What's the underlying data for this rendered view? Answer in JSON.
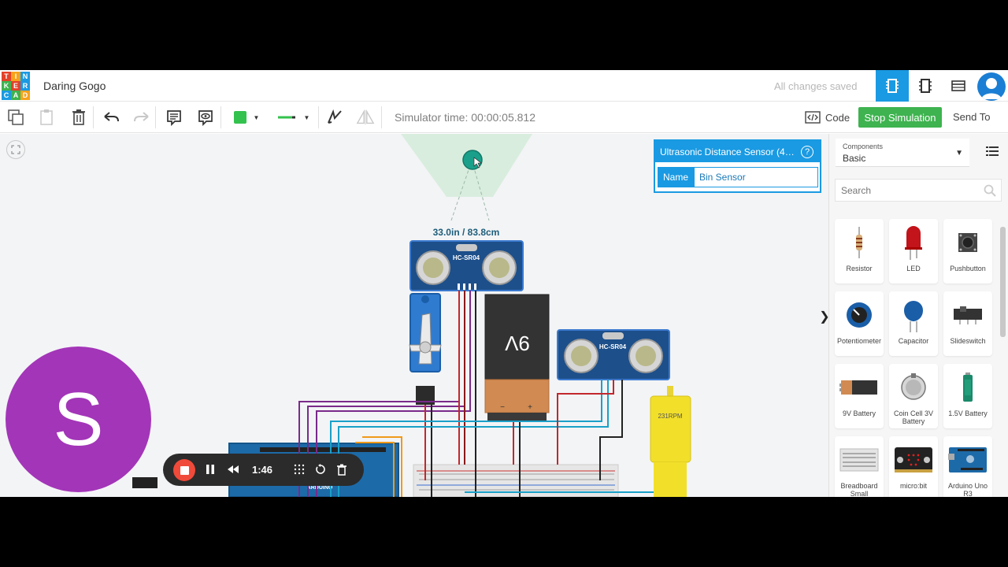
{
  "app": {
    "logo_letters": [
      "T",
      "I",
      "N",
      "K",
      "E",
      "R",
      "C",
      "A",
      "D"
    ],
    "project_name": "Daring Gogo",
    "save_status": "All changes saved"
  },
  "toolbar": {
    "simulator_time": "Simulator time: 00:00:05.812",
    "code_label": "Code",
    "stop_simulation_label": "Stop Simulation",
    "send_to_label": "Send To",
    "selected_color": "#33c24d"
  },
  "inspector": {
    "title": "Ultrasonic Distance Sensor (4…",
    "help": "?",
    "name_label": "Name",
    "name_value": "Bin Sensor"
  },
  "circuit": {
    "distance_readout": "33.0in / 83.8cm",
    "sensor_model": "HC-SR04",
    "battery_label": "9V",
    "motor_speed": "231RPM",
    "arduino_label": "ARDUINO",
    "battery_minus": "−",
    "battery_plus": "+"
  },
  "panel": {
    "components_caption": "Components",
    "components_value": "Basic",
    "search_placeholder": "Search",
    "components": [
      {
        "label": "Resistor",
        "icon": "resistor-icon"
      },
      {
        "label": "LED",
        "icon": "led-icon"
      },
      {
        "label": "Pushbutton",
        "icon": "pushbutton-icon"
      },
      {
        "label": "Potentiometer",
        "icon": "potentiometer-icon"
      },
      {
        "label": "Capacitor",
        "icon": "capacitor-icon"
      },
      {
        "label": "Slideswitch",
        "icon": "slideswitch-icon"
      },
      {
        "label": "9V Battery",
        "icon": "battery-9v-icon"
      },
      {
        "label": "Coin Cell 3V Battery",
        "icon": "coin-cell-icon"
      },
      {
        "label": "1.5V Battery",
        "icon": "battery-aa-icon"
      },
      {
        "label": "Breadboard Small",
        "icon": "breadboard-icon"
      },
      {
        "label": "micro:bit",
        "icon": "microbit-icon"
      },
      {
        "label": "Arduino Uno R3",
        "icon": "arduino-icon"
      }
    ]
  },
  "recorder": {
    "avatar_letter": "S",
    "elapsed": "1:46"
  },
  "colors": {
    "accent": "#1a9ae2",
    "stop_green": "#3eb34f",
    "record_red": "#f04a3a",
    "avatar_purple": "#a335b8"
  }
}
